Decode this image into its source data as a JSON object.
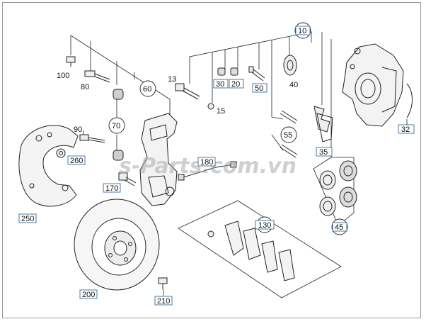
{
  "watermark": "s-Parts.com.vn",
  "callouts": {
    "c10": "10",
    "c13": "13",
    "c15": "15",
    "c20": "20",
    "c30": "30",
    "c32": "32",
    "c35": "35",
    "c40": "40",
    "c45": "45",
    "c50": "50",
    "c55": "55",
    "c60": "60",
    "c70": "70",
    "c80": "80",
    "c90": "90",
    "c100": "100",
    "c130": "130",
    "c170": "170",
    "c180": "180",
    "c200": "200",
    "c210": "210",
    "c250": "250",
    "c260": "260"
  },
  "colors": {
    "line": "#222222",
    "box_border": "#3a6a9a",
    "box_fill": "#ffffff",
    "text": "#111111"
  }
}
